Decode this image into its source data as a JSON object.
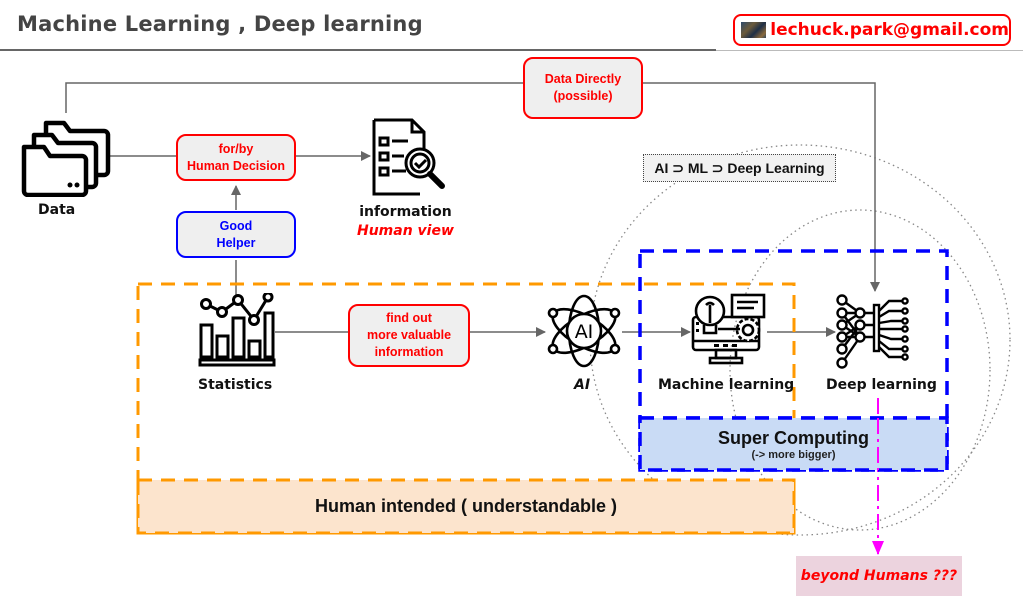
{
  "header": {
    "title": "Machine Learning , Deep learning",
    "email": "lechuck.park@gmail.com"
  },
  "nodes": {
    "data": "Data",
    "information": "information",
    "information_sub": "Human view",
    "statistics": "Statistics",
    "ai": "AI",
    "machine_learning": "Machine learning",
    "deep_learning": "Deep learning"
  },
  "boxes": {
    "human_decision": [
      "for/by",
      "Human Decision"
    ],
    "good_helper": [
      "Good",
      "Helper"
    ],
    "data_directly": [
      "Data Directly",
      "(possible)"
    ],
    "find_out": [
      "find out",
      "more valuable",
      "information"
    ]
  },
  "subset_label": "AI ⊃ ML ⊃ Deep Learning",
  "super_computing": {
    "title": "Super Computing",
    "subtitle": "(-> more bigger)"
  },
  "human_intended": "Human intended ( understandable )",
  "beyond_humans": "beyond Humans ???",
  "colors": {
    "red": "#ff0000",
    "blue": "#0000ff",
    "orange": "#ff9900",
    "magenta": "#ff00ff",
    "line": "#666666"
  }
}
